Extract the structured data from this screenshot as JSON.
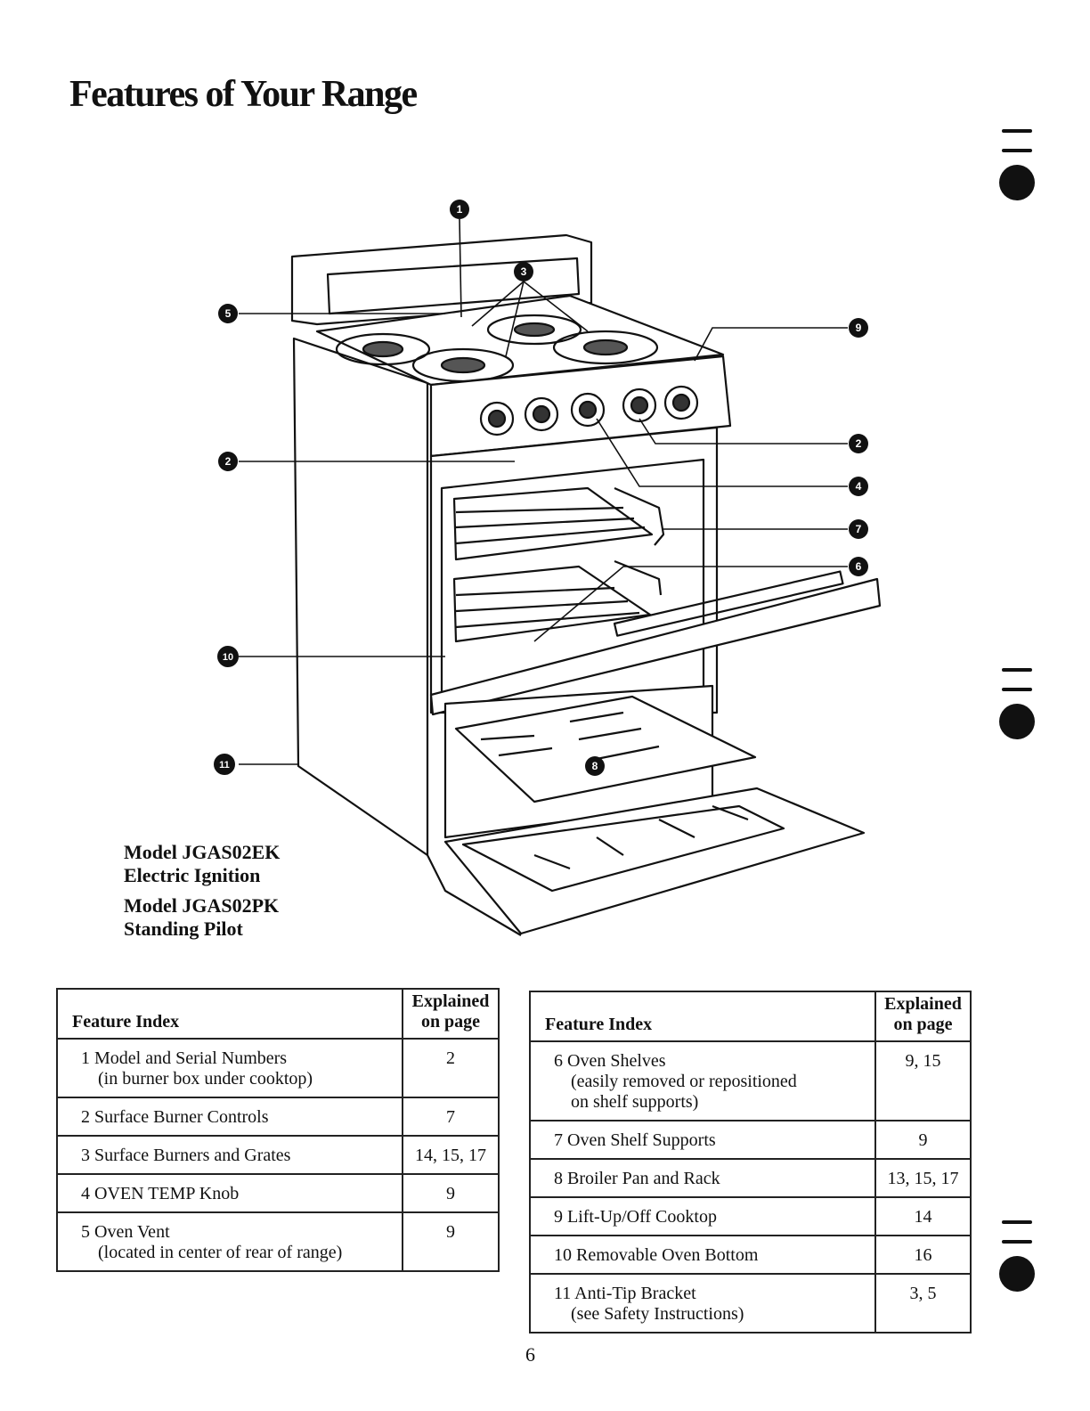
{
  "page": {
    "title": "Features of Your Range",
    "page_number": "6"
  },
  "models": [
    {
      "model": "Model JGAS02EK",
      "type": "Electric Ignition"
    },
    {
      "model": "Model JGAS02PK",
      "type": "Standing Pilot"
    }
  ],
  "callouts": [
    "1",
    "2",
    "3",
    "4",
    "5",
    "6",
    "7",
    "8",
    "9",
    "10",
    "11"
  ],
  "table_left": {
    "header_feature": "Feature Index",
    "header_page_line1": "Explained",
    "header_page_line2": "on page",
    "rows": [
      {
        "feature": "1 Model and Serial Numbers",
        "sub": "(in burner box under cooktop)",
        "pages": "2"
      },
      {
        "feature": "2 Surface Burner Controls",
        "sub": "",
        "pages": "7"
      },
      {
        "feature": "3 Surface Burners and Grates",
        "sub": "",
        "pages": "14, 15, 17"
      },
      {
        "feature": "4 OVEN TEMP Knob",
        "sub": "",
        "pages": "9"
      },
      {
        "feature": "5 Oven Vent",
        "sub": "(located in center of rear of range)",
        "pages": "9"
      }
    ]
  },
  "table_right": {
    "header_feature": "Feature Index",
    "header_page_line1": "Explained",
    "header_page_line2": "on page",
    "rows": [
      {
        "feature": "6 Oven Shelves",
        "sub": "(easily removed or repositioned",
        "sub2": "on shelf supports)",
        "pages": "9, 15"
      },
      {
        "feature": "7 Oven Shelf Supports",
        "sub": "",
        "pages": "9"
      },
      {
        "feature": "8 Broiler Pan and Rack",
        "sub": "",
        "pages": "13, 15, 17"
      },
      {
        "feature": "9 Lift-Up/Off Cooktop",
        "sub": "",
        "pages": "14"
      },
      {
        "feature": "10 Removable Oven Bottom",
        "sub": "",
        "pages": "16"
      },
      {
        "feature": "11 Anti-Tip Bracket",
        "sub": "(see Safety Instructions)",
        "pages": "3, 5"
      }
    ]
  }
}
